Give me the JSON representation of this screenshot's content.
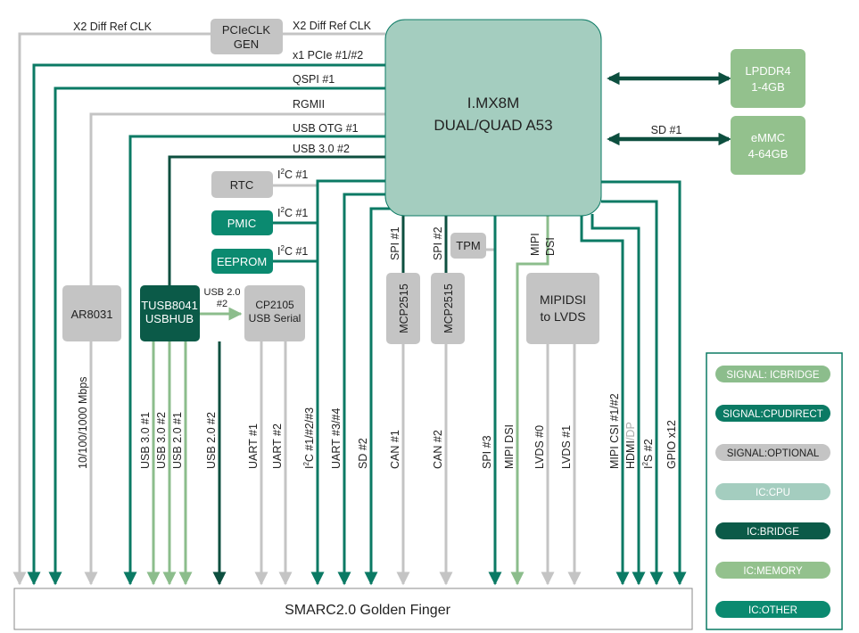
{
  "cpu": {
    "line1": "I.MX8M",
    "line2": "DUAL/QUAD A53"
  },
  "memory": [
    {
      "line1": "LPDDR4",
      "line2": "1-4GB"
    },
    {
      "line1": "eMMC",
      "line2": "4-64GB"
    }
  ],
  "sd1_label": "SD #1",
  "pcieclk": {
    "line1": "PCIeCLK",
    "line2": "GEN"
  },
  "top_signals": {
    "diff_left": "X2 Diff Ref CLK",
    "diff_right": "X2 Diff Ref CLK",
    "pcie": "x1 PCIe #1/#2",
    "qspi": "QSPI #1",
    "rgmii": "RGMII",
    "usbotg": "USB OTG #1",
    "usb30": "USB 3.0 #2"
  },
  "ic_small": {
    "rtc": "RTC",
    "pmic": "PMIC",
    "eeprom": "EEPROM",
    "tpm": "TPM",
    "i2c_prefix": "I",
    "i2c_sup": "2",
    "i2c_suffix": "C #1"
  },
  "ar8031": "AR8031",
  "tusb": {
    "line1": "TUSB8041",
    "line2": "USBHUB"
  },
  "usb20_2": {
    "line1": "USB 2.0",
    "line2": "#2"
  },
  "cp2105": {
    "line1": "CP2105",
    "line2": "USB Serial"
  },
  "mcp2515": "MCP2515",
  "spi1": "SPI #1",
  "spi2": "SPI #2",
  "mipi_dsi_top": {
    "line1": "MIPI",
    "line2": "DSI"
  },
  "mipidsi_lvds": {
    "line1": "MIPIDSI",
    "line2": "to LVDS"
  },
  "bottom_labels": {
    "eth": "10/100/1000 Mbps",
    "usb30_1": "USB 3.0 #1",
    "usb30_2": "USB 3.0 #2",
    "usb20_1": "USB 2.0 #1",
    "usb20_2": "USB 2.0 #2",
    "uart1": "UART #1",
    "uart2": "UART #2",
    "i2c_pre": "I",
    "i2c_sup": "2",
    "i2c_post": "C #1/#2/#3",
    "uart34": "UART #3/#4",
    "sd2": "SD #2",
    "can1": "CAN #1",
    "can2": "CAN #2",
    "spi3": "SPI #3",
    "mipi_dsi": "MIPI DSI",
    "lvds0": "LVDS #0",
    "lvds1": "LVDS #1",
    "mipi_csi": "MIPI CSI #1/#2",
    "hdmi": "HDMI",
    "hdmi_sep": "/",
    "dp": "DP",
    "i2s_pre": "I",
    "i2s_sup": "2",
    "i2s_post": "S #2",
    "gpio": "GPIO x12"
  },
  "golden_finger": "SMARC2.0 Golden Finger",
  "legend": [
    {
      "label": "SIGNAL: ICBRIDGE",
      "color": "#8cbd8c",
      "text_color": "#ffffff"
    },
    {
      "label": "SIGNAL:CPUDIRECT",
      "color": "#0b7a64",
      "text_color": "#ffffff"
    },
    {
      "label": "SIGNAL:OPTIONAL",
      "color": "#c4c4c4",
      "text_color": "#222222"
    },
    {
      "label": "IC:CPU",
      "color": "#a4cdbf",
      "text_color": "#ffffff"
    },
    {
      "label": "IC:BRIDGE",
      "color": "#0b5a48",
      "text_color": "#ffffff"
    },
    {
      "label": "IC:MEMORY",
      "color": "#93c18d",
      "text_color": "#ffffff"
    },
    {
      "label": "IC:OTHER",
      "color": "#0b8a70",
      "text_color": "#ffffff"
    }
  ],
  "colors": {
    "cpu": "#a4cdbf",
    "memory": "#93c18d",
    "optional": "#c4c4c4",
    "bridge": "#0b5a48",
    "other": "#0b8a70",
    "direct": "#0b7a64",
    "icbridge": "#8cbd8c",
    "dark": "#0d4f3f"
  }
}
